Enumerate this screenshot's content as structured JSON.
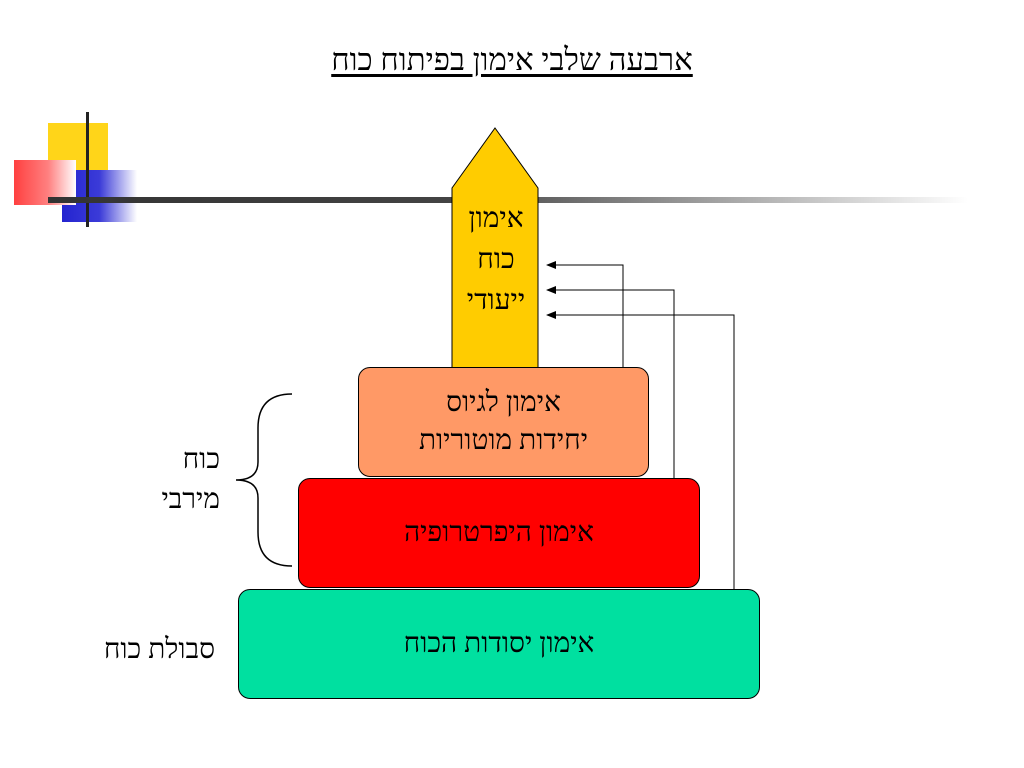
{
  "slide": {
    "title": "ארבעה שלבי אימון בפיתוח כוח",
    "tower": {
      "label": "אימון כוח ייעודי",
      "lines": [
        "אימון",
        "כוח",
        "ייעודי"
      ],
      "color": "#ffcc00"
    },
    "stages": [
      {
        "line1": "אימון לגיוס",
        "line2": "יחידות מוטוריות",
        "color": "#ff9966"
      },
      {
        "line1": "אימון היפרטרופיה",
        "line2": "",
        "color": "#ff0000"
      },
      {
        "line1": "אימון יסודות הכוח",
        "line2": "",
        "color": "#00e0a0"
      }
    ],
    "side_labels": {
      "max_strength": [
        "כוח",
        "מירבי"
      ],
      "strength_endurance": "סבולת כוח"
    }
  }
}
